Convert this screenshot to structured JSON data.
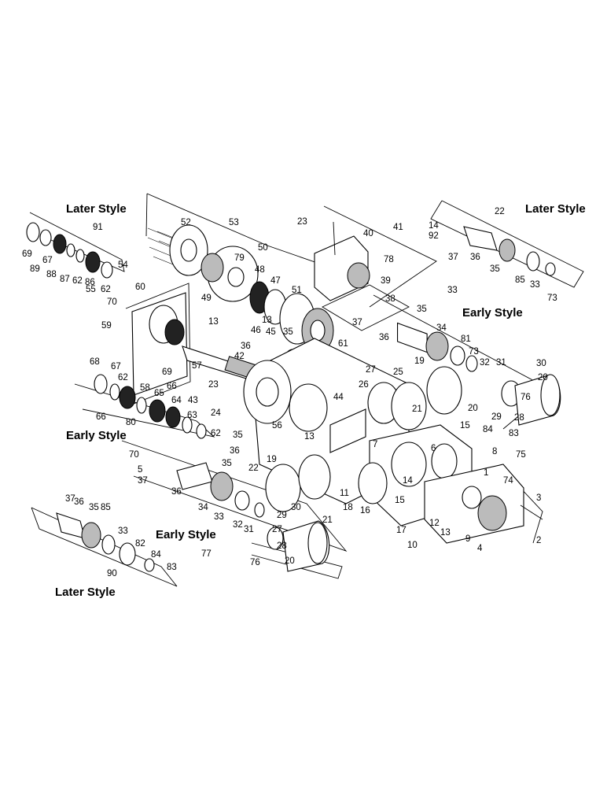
{
  "diagram": {
    "style_labels": [
      {
        "id": "later-style-top-left",
        "text": "Later Style"
      },
      {
        "id": "later-style-top-right",
        "text": "Later Style"
      },
      {
        "id": "early-style-right",
        "text": "Early Style"
      },
      {
        "id": "early-style-left",
        "text": "Early Style"
      },
      {
        "id": "early-style-lower",
        "text": "Early Style"
      },
      {
        "id": "later-style-bottom-left",
        "text": "Later Style"
      }
    ],
    "callouts": [
      "91",
      "69",
      "89",
      "67",
      "88",
      "87",
      "62",
      "86",
      "62",
      "55",
      "54",
      "52",
      "53",
      "79",
      "50",
      "48",
      "47",
      "51",
      "49",
      "13",
      "46",
      "45",
      "61",
      "70",
      "60",
      "59",
      "13",
      "69",
      "68",
      "67",
      "62",
      "58",
      "66",
      "65",
      "64",
      "63",
      "66",
      "80",
      "62",
      "57",
      "42",
      "36",
      "35",
      "23",
      "43",
      "44",
      "56",
      "24",
      "36",
      "35",
      "23",
      "40",
      "41",
      "78",
      "39",
      "38",
      "37",
      "36",
      "35",
      "34",
      "33",
      "81",
      "73",
      "32",
      "31",
      "30",
      "20",
      "76",
      "29",
      "28",
      "27",
      "26",
      "25",
      "19",
      "21",
      "20",
      "15",
      "22",
      "14",
      "92",
      "37",
      "36",
      "35",
      "85",
      "33",
      "73",
      "84",
      "83",
      "8",
      "75",
      "7",
      "6",
      "13",
      "11",
      "18",
      "16",
      "17",
      "15",
      "14",
      "12",
      "10",
      "13",
      "9",
      "4",
      "3",
      "2",
      "1",
      "74",
      "70",
      "5",
      "37",
      "36",
      "35",
      "34",
      "33",
      "32",
      "31",
      "30",
      "29",
      "21",
      "27",
      "20",
      "28",
      "22",
      "19",
      "76",
      "77",
      "37",
      "36",
      "35",
      "85",
      "33",
      "82",
      "84",
      "83",
      "90"
    ]
  }
}
